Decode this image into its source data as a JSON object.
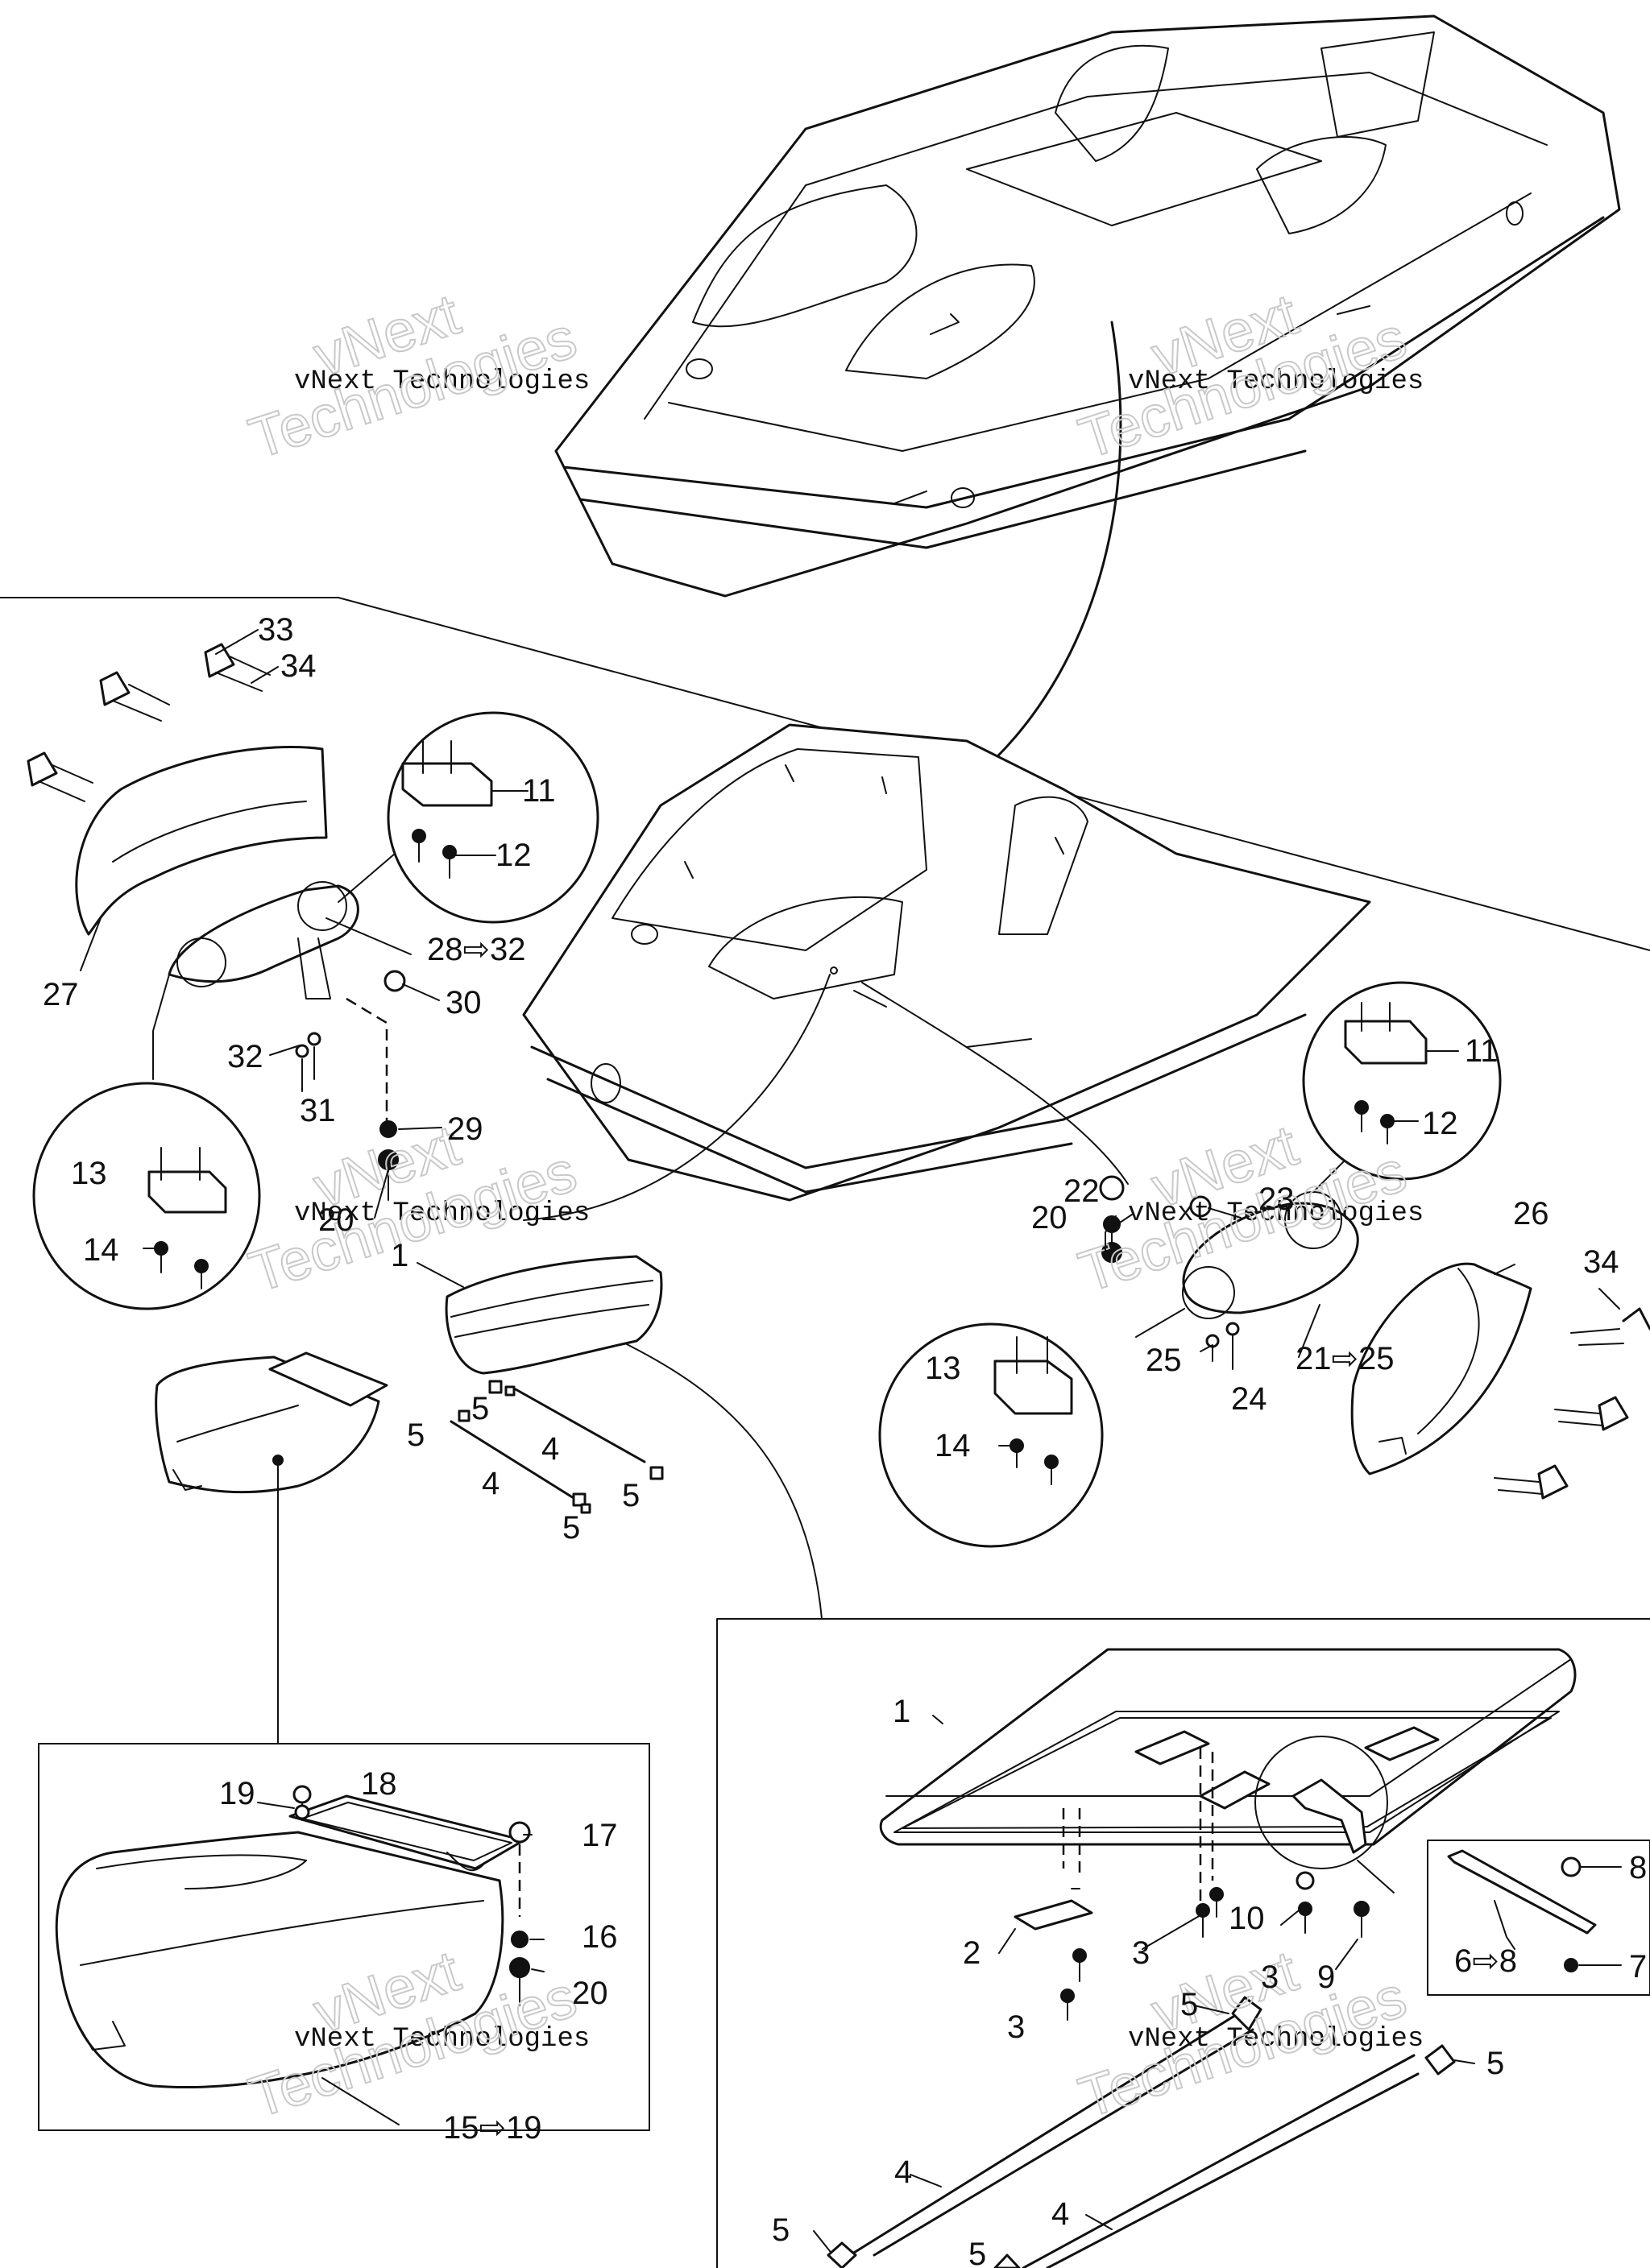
{
  "watermark": {
    "line1": "vNext Technologies",
    "line2a": "vNext",
    "line2b": "Technologies"
  },
  "callouts": {
    "c33": "33",
    "c34a": "34",
    "c11a": "11",
    "c12a": "12",
    "c27": "27",
    "c28": "28⇨32",
    "c30": "30",
    "c32": "32",
    "c31": "31",
    "c29": "29",
    "c13a": "13",
    "c14a": "14",
    "c20a": "20",
    "c1a": "1",
    "c5a": "5",
    "c5b": "5",
    "c4a": "4",
    "c4b": "4",
    "c5c": "5",
    "c5d": "5",
    "c11b": "11",
    "c12b": "12",
    "c22": "22",
    "c23": "23",
    "c20b": "20",
    "c26": "26",
    "c34b": "34",
    "c13b": "13",
    "c14b": "14",
    "c25": "25",
    "c24": "24",
    "c21": "21⇨25",
    "c19": "19",
    "c18": "18",
    "c17": "17",
    "c16": "16",
    "c20c": "20",
    "c15": "15⇨19",
    "c1b": "1",
    "c2": "2",
    "c3a": "3",
    "c3b": "3",
    "c3c": "3",
    "c10": "10",
    "c9": "9",
    "c8": "8",
    "c6": "6⇨8",
    "c7": "7",
    "c5e": "5",
    "c5f": "5",
    "c4c": "4",
    "c4d": "4",
    "c5g": "5",
    "c5h": "5"
  }
}
